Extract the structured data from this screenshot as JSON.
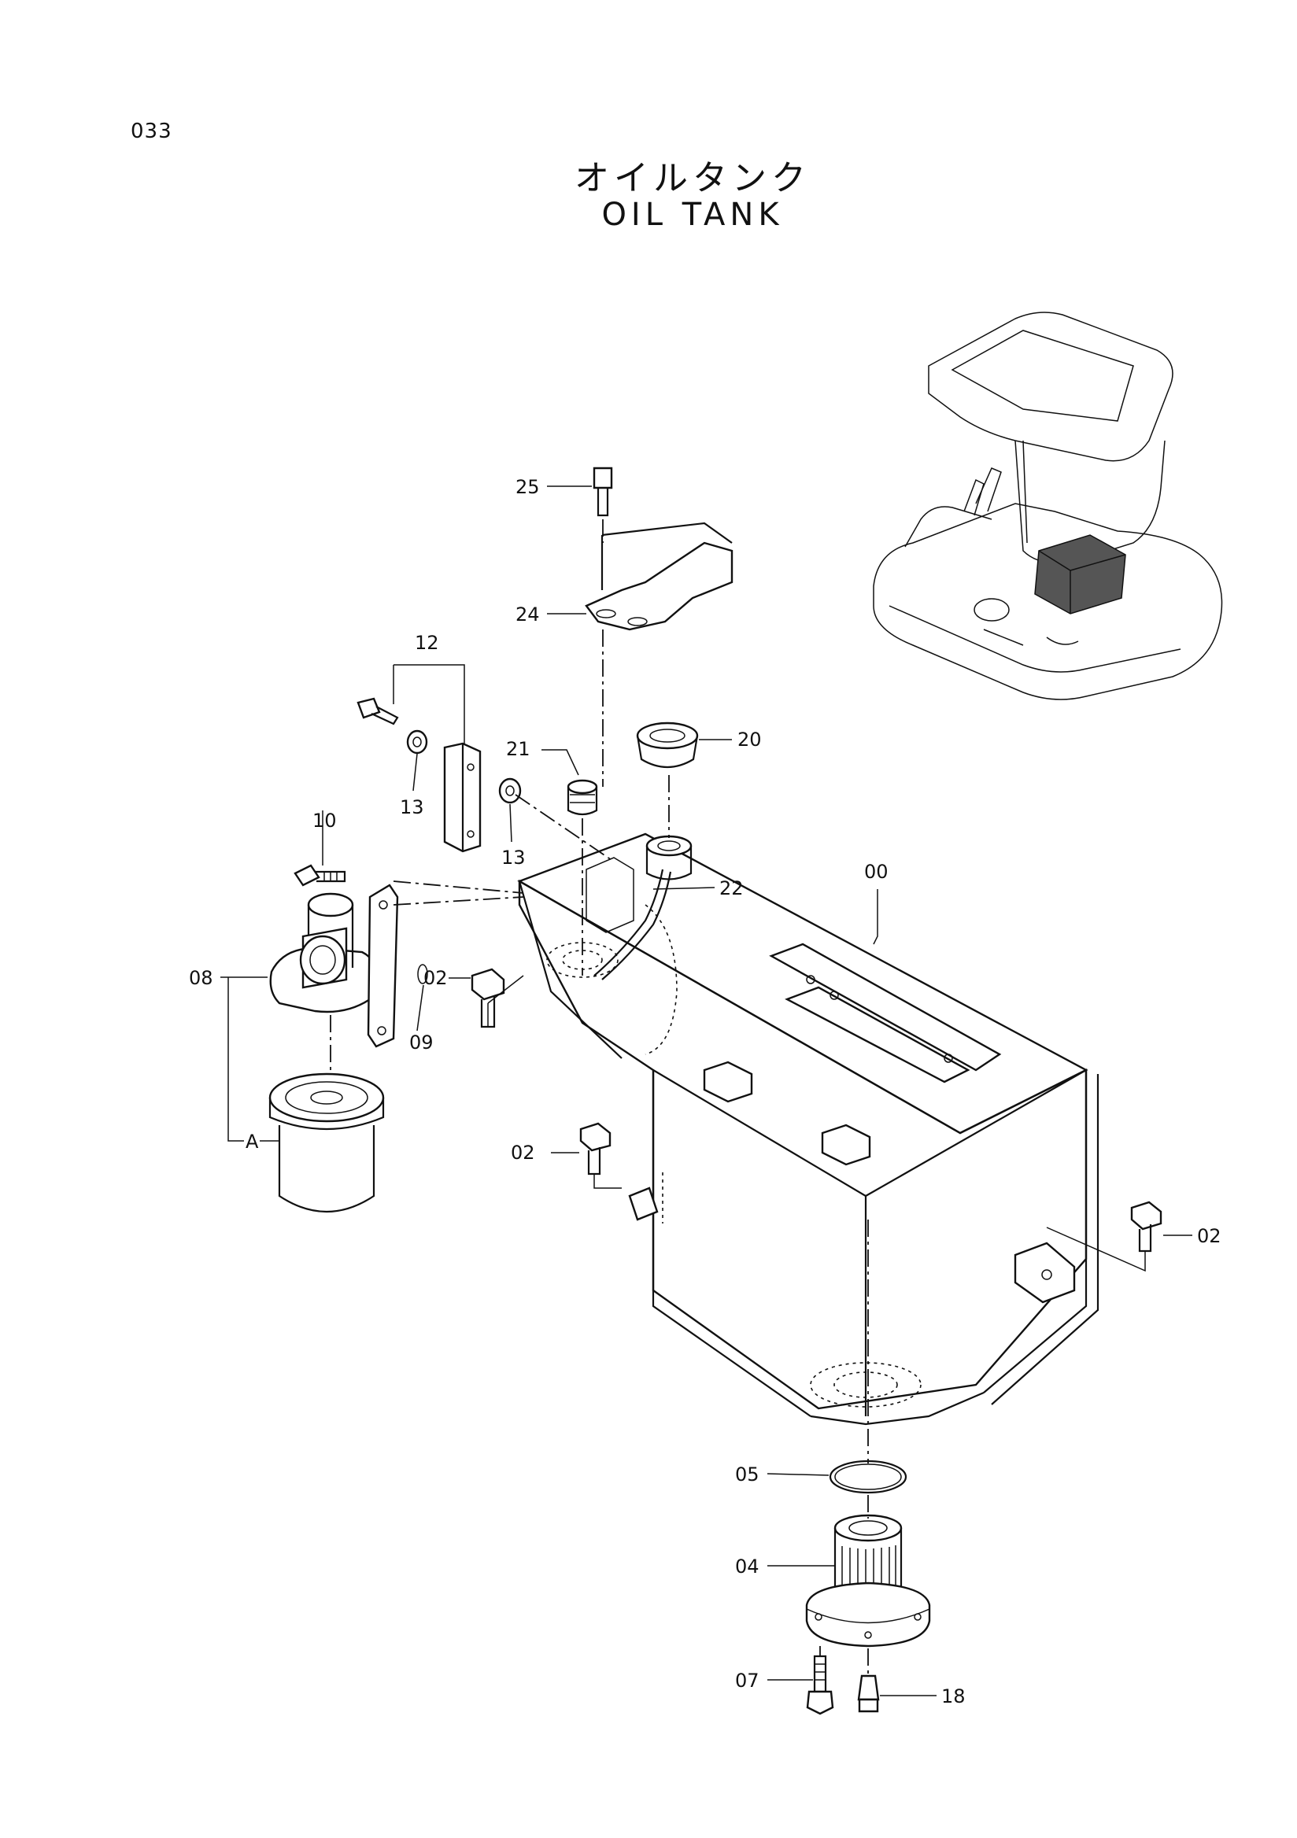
{
  "page": {
    "number": "033",
    "title_jp": "オイルタンク",
    "title_en": "OIL TANK"
  },
  "callouts": {
    "p00": "00",
    "p02a": "02",
    "p02b": "02",
    "p02c": "02",
    "p04": "04",
    "p05": "05",
    "p07": "07",
    "p08": "08",
    "p09": "09",
    "p10": "10",
    "p12": "12",
    "p13a": "13",
    "p13b": "13",
    "p18": "18",
    "p20": "20",
    "p21": "21",
    "p22": "22",
    "p24": "24",
    "p25": "25",
    "pA": "A"
  }
}
